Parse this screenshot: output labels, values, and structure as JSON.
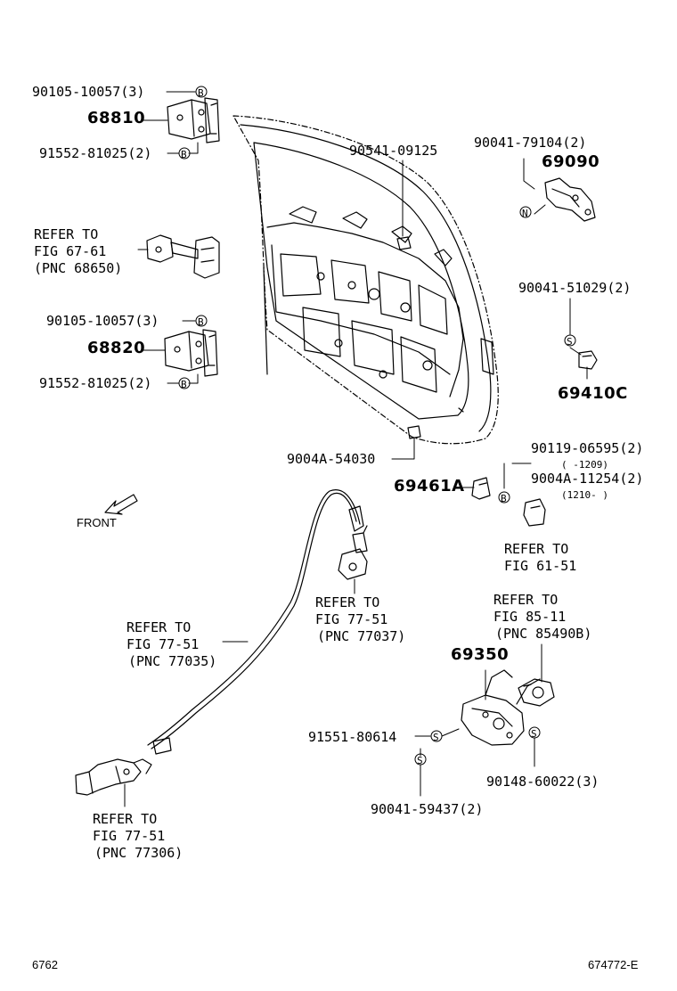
{
  "labels": {
    "p1": "90105-10057(3)",
    "p2": "68810",
    "p3": "91552-81025(2)",
    "r1a": "REFER TO",
    "r1b": "FIG 67-61",
    "r1c": "(PNC 68650)",
    "p4": "90105-10057(3)",
    "p5": "68820",
    "p6": "91552-81025(2)",
    "p7": "90541-09125",
    "p8": "90041-79104(2)",
    "p9": "69090",
    "p10": "90041-51029(2)",
    "p11": "69410C",
    "p12": "9004A-54030",
    "p13": "90119-06595(2)",
    "p13r": "(     -1209)",
    "p14": "9004A-11254(2)",
    "p14r": "(1210-     )",
    "p15": "69461A",
    "r2a": "REFER TO",
    "r2b": "FIG 61-51",
    "front": "FRONT",
    "r3a": "REFER TO",
    "r3b": "FIG 77-51",
    "r3c": "(PNC 77037)",
    "r4a": "REFER TO",
    "r4b": "FIG 85-11",
    "r4c": "(PNC 85490B)",
    "r5a": "REFER TO",
    "r5b": "FIG 77-51",
    "r5c": "(PNC 77035)",
    "p16": "69350",
    "p17": "91551-80614",
    "p18": "90148-60022(3)",
    "p19": "90041-59437(2)",
    "r6a": "REFER TO",
    "r6b": "FIG 77-51",
    "r6c": "(PNC 77306)",
    "fig_number": "6762",
    "drawing_id": "674772-E"
  },
  "symbols": {
    "bolt": "B",
    "screw": "S",
    "nut": "N"
  },
  "colors": {
    "ink": "#000000",
    "paper": "#ffffff"
  }
}
